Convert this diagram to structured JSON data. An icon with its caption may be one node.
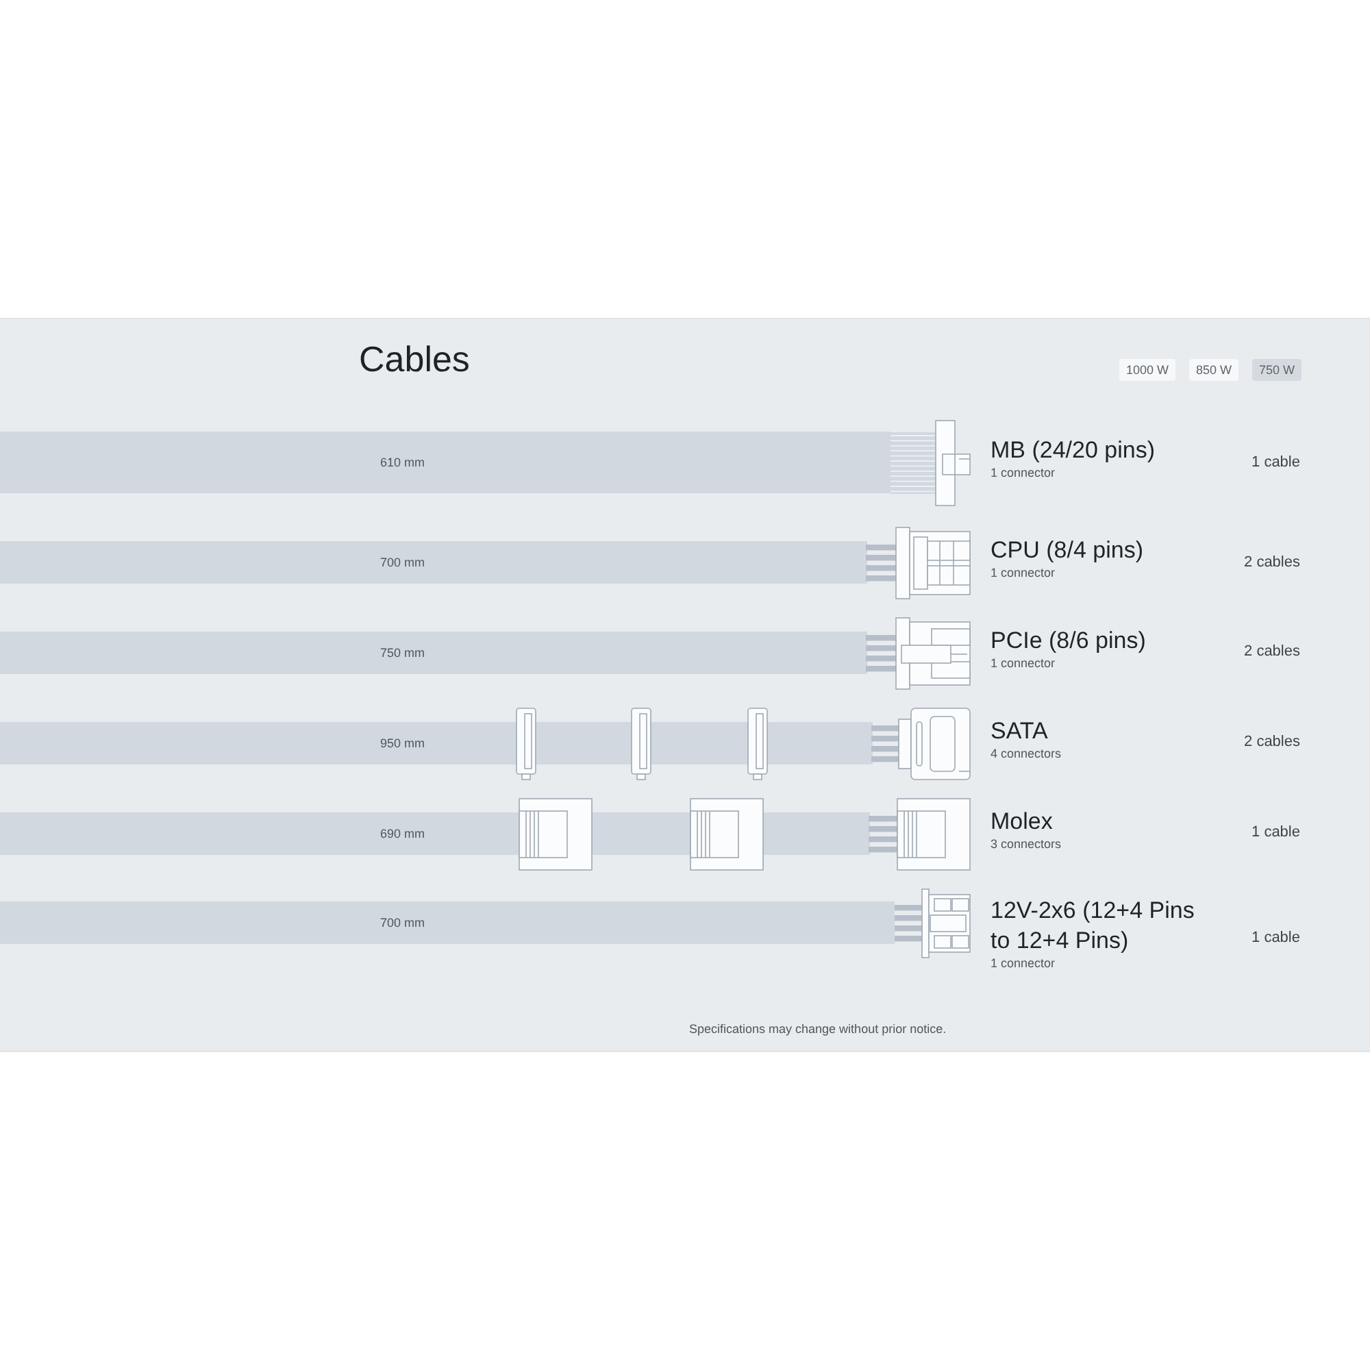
{
  "diagram": {
    "title": "Cables",
    "nodes": [
      {
        "text": [
          "1000 W"
        ]
      },
      {
        "text": [
          "850 W"
        ]
      },
      {
        "text": [
          "750 W"
        ]
      },
      {
        "text": [
          "610 mm"
        ],
        "beside": [
          "MB (24/20 pins)",
          "1 connector"
        ]
      },
      {
        "text": [
          "700 mm"
        ],
        "beside": [
          "CPU (8/4 pins)",
          "1 connector"
        ]
      },
      {
        "text": [
          "750 mm"
        ],
        "beside": [
          "PCIe (8/6 pins)",
          "1 connector"
        ]
      },
      {
        "text": [
          "950 mm"
        ],
        "beside": [
          "SATA",
          "4 connectors"
        ]
      },
      {
        "text": [
          "690 mm"
        ],
        "beside": [
          "Molex",
          "3 connectors"
        ]
      },
      {
        "text": [
          "700 mm"
        ],
        "beside": [
          "12V-2x6 (12+4 Pins to 12+4 Pins)",
          "1 connector"
        ]
      }
    ],
    "labels": [
      "1 cable",
      "2 cables",
      "2 cables",
      "2 cables",
      "1 cable",
      "1 cable",
      "Specifications may change without prior notice."
    ]
  }
}
